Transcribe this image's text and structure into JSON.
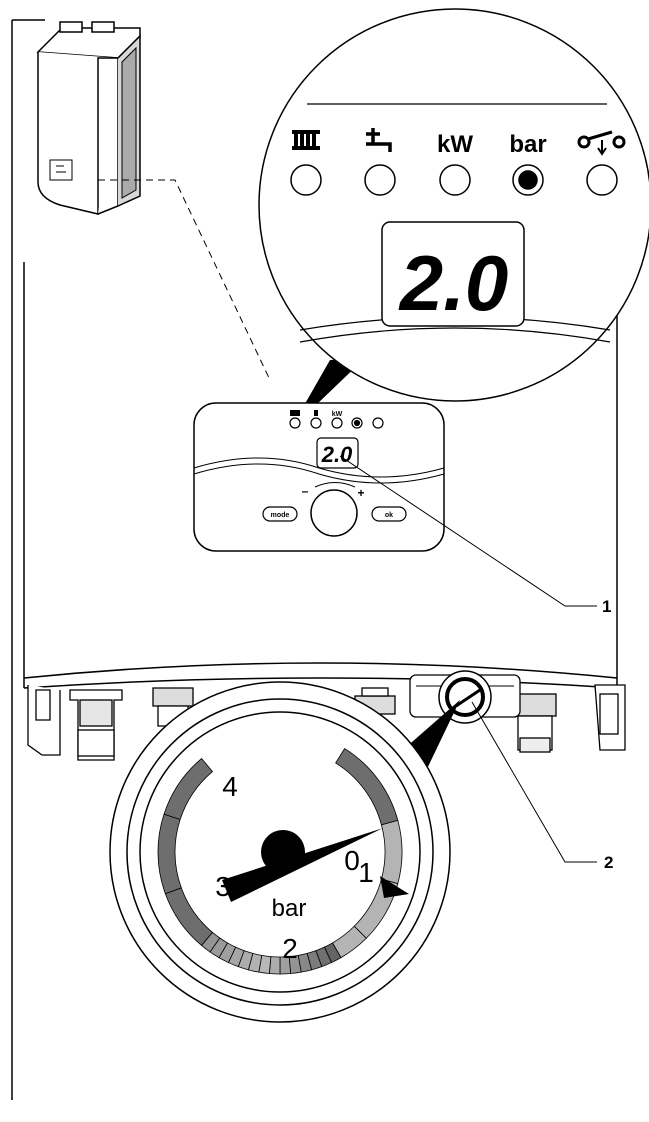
{
  "zoom_panel": {
    "mode_labels": [
      "IIIII",
      "",
      "kW",
      "bar",
      ""
    ],
    "icons": [
      "radiator-icon",
      "tap-icon",
      "kw-icon",
      "bar-icon",
      "service-key-icon"
    ],
    "active_index": 3,
    "display_value": "2.0"
  },
  "control_panel": {
    "display_value": "2.0",
    "mode_button_label": "mode",
    "ok_button_label": "ok",
    "minus_label": "–",
    "plus_label": "+"
  },
  "callouts": [
    {
      "number": "1"
    },
    {
      "number": "2"
    }
  ],
  "gauge": {
    "unit": "bar",
    "scale_labels": [
      "0",
      "1",
      "2",
      "3",
      "4"
    ],
    "needle_value": 0,
    "colors": {
      "dark": "#6e6e6e",
      "light": "#b4b4b4"
    }
  }
}
